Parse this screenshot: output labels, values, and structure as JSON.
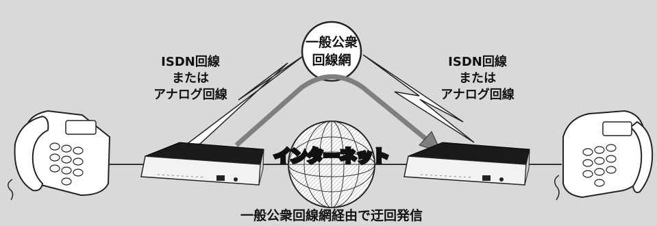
{
  "cloud_label": [
    "一般公衆",
    "回線網"
  ],
  "left_line_label": [
    "ISDN回線",
    "または",
    "アナログ回線"
  ],
  "right_line_label": [
    "ISDN回線",
    "または",
    "アナログ回線"
  ],
  "internet_label": "インターネット",
  "caption": "一般公衆回線網経由で迂回発信",
  "colors": {
    "background": "#d9d9d9",
    "route_arrow": "#7f7f7f",
    "device_top": "#1a1a1a"
  }
}
